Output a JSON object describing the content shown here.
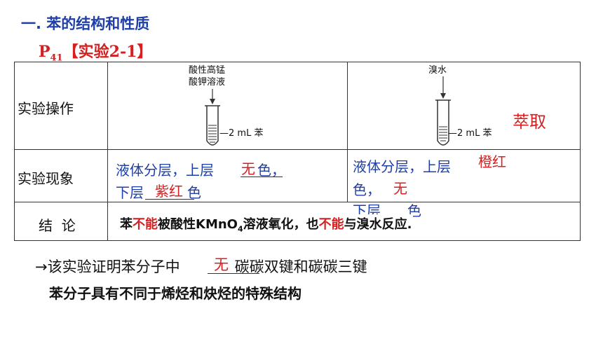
{
  "heading": "一. 苯的结构和性质",
  "experiment_ref": {
    "page_prefix": "P",
    "page_num": "41",
    "label": "【实验2-1】"
  },
  "table": {
    "rows": {
      "operation": "实验操作",
      "phenomenon": "实验现象",
      "conclusion": "结  论"
    },
    "col1": {
      "reagent_line1": "酸性高锰",
      "reagent_line2": "酸钾溶液",
      "tube_label": "—2 mL 苯",
      "phen_a": "液体分层，上层",
      "phen_a_answer": "无",
      "phen_a_end": "色，",
      "phen_b": "下层",
      "phen_b_answer": "紫红",
      "phen_b_end": "色"
    },
    "col2": {
      "reagent": "溴水",
      "tube_label": "—2 mL 苯",
      "extraction": "萃取",
      "phen_a": "液体分层，上层",
      "phen_a_answer": "橙红",
      "phen_b": "色，",
      "phen_b_answer": "无",
      "phen_c": "下层",
      "phen_c_end": "色"
    },
    "conclusion": {
      "p1": "苯",
      "p1_red": "不能",
      "p2": "被酸性KMnO",
      "p2_sub": "4",
      "p3": "溶液氧化，也",
      "p3_red": "不能",
      "p4": "与溴水反应."
    }
  },
  "arrow_line": {
    "arrow": "→",
    "text_a": "该实验证明苯分子中",
    "answer": "无",
    "text_b": "碳碳双键和碳碳三键"
  },
  "summary": "苯分子具有不同于烯烃和炔烃的特殊结构"
}
